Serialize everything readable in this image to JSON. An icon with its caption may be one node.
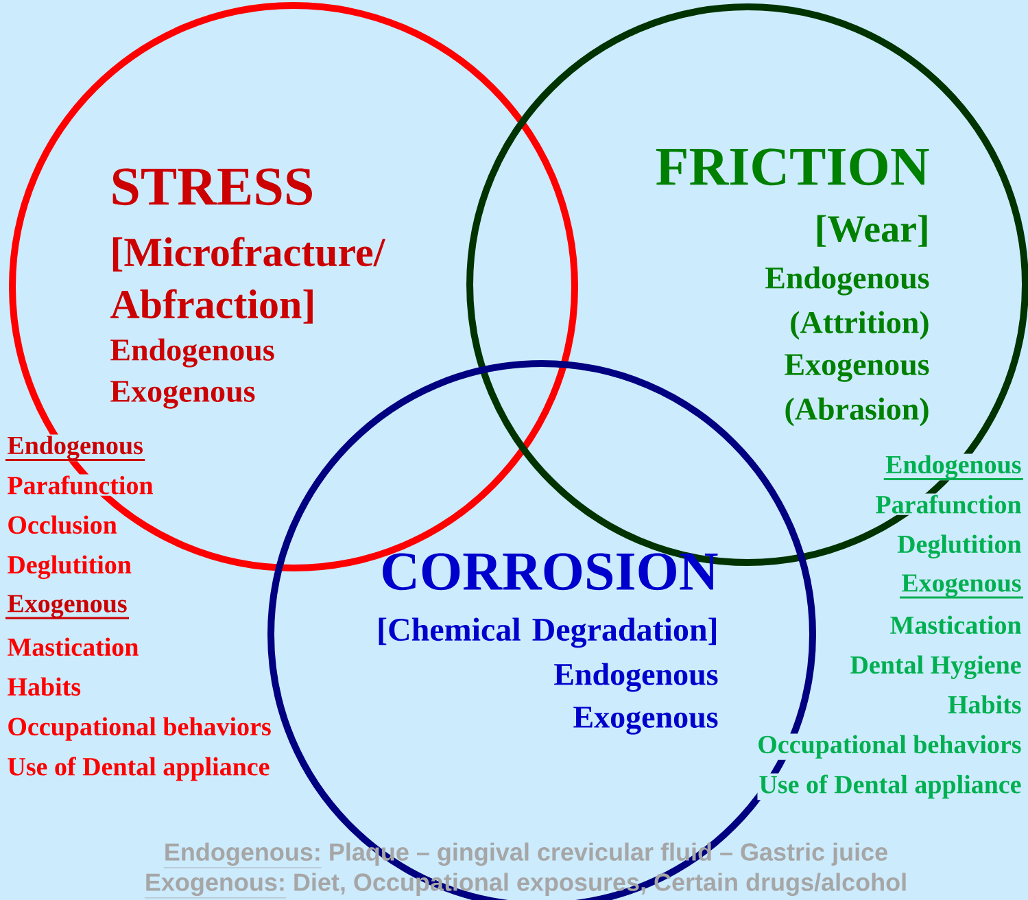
{
  "diagram": {
    "nodes": [
      {
        "text": [
          "STRESS",
          "[Microfracture/ Abfraction]",
          "Endogenous",
          "Exogenous"
        ]
      },
      {
        "text": [
          "FRICTION",
          "[Wear]",
          "Endogenous (Attrition)",
          "Exogenous (Abrasion)"
        ]
      },
      {
        "text": [
          "CORROSION",
          "[Chemical Degradation]",
          "Endogenous",
          "Exogenous"
        ]
      }
    ],
    "labels": [
      "Endogenous",
      "Parafunction",
      "Occlusion",
      "Deglutition",
      "Exogenous",
      "Mastication",
      "Habits",
      "Occupational behaviors",
      "Use of Dental appliance",
      "Endogenous",
      "Parafunction",
      "Deglutition",
      "Exogenous",
      "Mastication",
      "Dental Hygiene",
      "Habits",
      "Occupational behaviors",
      "Use of Dental appliance",
      "Endogenous:",
      "Plaque – gingival crevicular fluid – Gastric juice",
      "Exogenous:",
      "Diet, Occupational exposures, Certain drugs/alcohol"
    ]
  }
}
